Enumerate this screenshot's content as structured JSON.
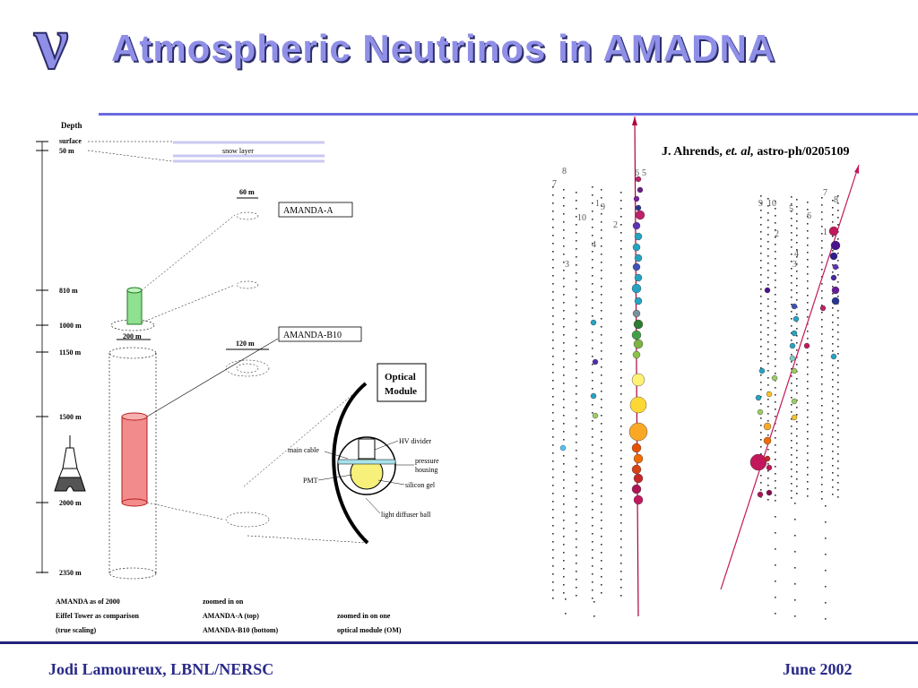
{
  "header": {
    "logo_letter": "ν",
    "title": "Atmospheric Neutrinos in AMADNA"
  },
  "reference": {
    "authors": "J. Ahrends,",
    "etal": "et. al,",
    "id": "astro-ph/0205109"
  },
  "footer": {
    "author": "Jodi Lamoureux, LBNL/NERSC",
    "date": "June 2002"
  },
  "diagram": {
    "depth_title": "Depth",
    "depths": [
      "surface",
      "50 m",
      "810 m",
      "1000 m",
      "1150 m",
      "1500 m",
      "2000 m",
      "2350 m"
    ],
    "snow_layer": "snow layer",
    "dim_60": "60 m",
    "dim_200": "200 m",
    "dim_120": "120 m",
    "amanda_a": "AMANDA-A",
    "amanda_b10": "AMANDA-B10",
    "optical_module": [
      "Optical",
      "Module"
    ],
    "om_parts": {
      "main_cable": "main cable",
      "hv_divider": "HV divider",
      "pressure": [
        "pressure",
        "housing"
      ],
      "pmt": "PMT",
      "silicon_gel": "silicon gel",
      "diffuser": "light diffuser ball"
    },
    "captions": {
      "col1": [
        "AMANDA as of 2000",
        "Eiffel Tower as comparison",
        "(true scaling)"
      ],
      "col2": [
        "zoomed in on",
        "AMANDA-A (top)",
        "AMANDA-B10 (bottom)"
      ],
      "col3": [
        "zoomed in on one",
        "optical module (OM)"
      ]
    }
  },
  "events": {
    "left_labels": [
      "7",
      "8",
      "10",
      "1",
      "9",
      "2",
      "4",
      "3",
      "6",
      "5"
    ],
    "right_labels": [
      "9",
      "10",
      "2",
      "5",
      "6",
      "7",
      "8",
      "1",
      "4",
      "3"
    ]
  }
}
